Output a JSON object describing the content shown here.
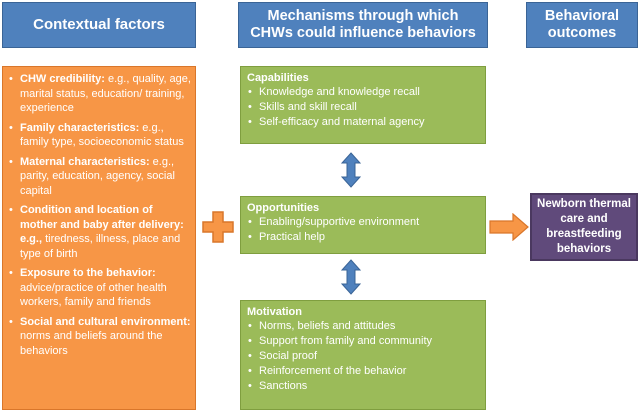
{
  "headers": {
    "contextual": "Contextual factors",
    "mechanisms_line1": "Mechanisms through which",
    "mechanisms_line2": "CHWs could influence behaviors",
    "behavioral_line1": "Behavioral",
    "behavioral_line2": "outcomes"
  },
  "contextual_factors": [
    {
      "bold": "CHW credibility:",
      "text": " e.g., quality, age, marital status, education/ training, experience"
    },
    {
      "bold": "Family characteristics:",
      "text": " e.g., family type, socioeconomic status"
    },
    {
      "bold": "Maternal characteristics:",
      "text": " e.g., parity, education, agency, social capital"
    },
    {
      "bold": "Condition and location of mother and baby after delivery: e.g.,",
      "text": " tiredness, illness, place and type of birth"
    },
    {
      "bold": "Exposure to the behavior:",
      "text": " advice/practice of other health workers, family and friends"
    },
    {
      "bold": "Social and cultural environment:",
      "text": " norms and beliefs around the behaviors"
    }
  ],
  "capabilities": {
    "title": "Capabilities",
    "items": [
      "Knowledge and knowledge recall",
      "Skills and skill recall",
      "Self-efficacy and maternal agency"
    ]
  },
  "opportunities": {
    "title": "Opportunities",
    "items": [
      "Enabling/supportive environment",
      "Practical help"
    ]
  },
  "motivation": {
    "title": "Motivation",
    "items": [
      "Norms, beliefs and attitudes",
      "Support from family and community",
      "Social proof",
      "Reinforcement of the behavior",
      "Sanctions"
    ]
  },
  "outcome": {
    "line1": "Newborn thermal",
    "line2": "care and",
    "line3": "breastfeeding",
    "line4": "behaviors"
  },
  "colors": {
    "header_blue": "#4f81bd",
    "context_orange": "#f79646",
    "mechanism_green": "#9bbb59",
    "outcome_purple": "#604a7b"
  }
}
